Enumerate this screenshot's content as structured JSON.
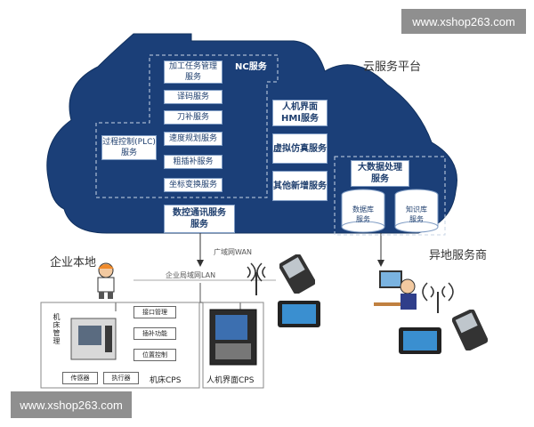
{
  "watermark": "www.xshop263.com",
  "cloud": {
    "title": "云服务平台",
    "nc_title": "NC服务",
    "nc_services": [
      "加工任务管理\n服务",
      "译码服务",
      "刀补服务",
      "速度规划服务",
      "粗插补服务",
      "坐标变换服务"
    ],
    "plc": "过程控制(PLC)\n服务",
    "hmi": "人机界面\nHMI服务",
    "sim": "虚拟仿真服务",
    "other": "其他新增服务",
    "comm": "数控通讯服务\n服务",
    "bigdata_title": "大数据处理\n服务",
    "db1": "数据库\n服务",
    "db2": "知识库\n服务"
  },
  "local": {
    "enterprise": "企业本地",
    "remote": "异地服务商",
    "wan": "广域网WAN",
    "lan": "企业局域网LAN",
    "machine_vertical": "机床管理",
    "modules": [
      "接口管理",
      "插补功能",
      "位置控制"
    ],
    "sensor": "传感器",
    "actuator": "执行器",
    "cps_machine": "机床CPS",
    "cps_hmi": "人机界面CPS"
  },
  "colors": {
    "cloud": "#1b3f78",
    "box_border": "#7f9cc4",
    "box_text": "#1f3f6e",
    "watermark": "#8f8f8f"
  }
}
